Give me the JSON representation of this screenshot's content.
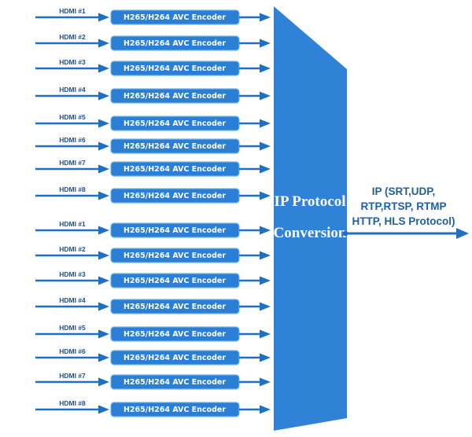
{
  "inputs": [
    {
      "label": "HDMI #1",
      "encoder": "H265/H264 AVC Encoder"
    },
    {
      "label": "HDMI #2",
      "encoder": "H265/H264 AVC Encoder"
    },
    {
      "label": "HDMI #3",
      "encoder": "H265/H264 AVC Encoder"
    },
    {
      "label": "HDMI #4",
      "encoder": "H265/H264 AVC Encoder"
    },
    {
      "label": "HDMI #5",
      "encoder": "H265/H264 AVC Encoder"
    },
    {
      "label": "HDMI #6",
      "encoder": "H265/H264 AVC Encoder"
    },
    {
      "label": "HDMI #7",
      "encoder": "H265/H264 AVC Encoder"
    },
    {
      "label": "HDMI #8",
      "encoder": "H265/H264 AVC Encoder"
    },
    {
      "label": "HDMI #1",
      "encoder": "H265/H264 AVC Encoder"
    },
    {
      "label": "HDMI #2",
      "encoder": "H265/H264 AVC Encoder"
    },
    {
      "label": "HDMI #3",
      "encoder": "H265/H264 AVC Encoder"
    },
    {
      "label": "HDMI #4",
      "encoder": "H265/H264 AVC Encoder"
    },
    {
      "label": "HDMI #5",
      "encoder": "H265/H264 AVC Encoder"
    },
    {
      "label": "HDMI #6",
      "encoder": "H265/H264 AVC Encoder"
    },
    {
      "label": "HDMI #7",
      "encoder": "H265/H264 AVC Encoder"
    },
    {
      "label": "HDMI #8",
      "encoder": "H265/H264 AVC Encoder"
    }
  ],
  "converter": {
    "line1": "IP Protocol",
    "line2": "Conversion"
  },
  "output": {
    "line1": "IP (SRT,UDP,",
    "line2": "RTP,RTSP, RTMP",
    "line3": "HTTP, HLS Protocol)"
  },
  "colors": {
    "arrow": "#1f6fc5",
    "encoder_fill": "#2a7fd4",
    "encoder_stroke": "#6fb2ec",
    "converter_fill": "#2f82d6",
    "label": "#1f4f8f"
  }
}
